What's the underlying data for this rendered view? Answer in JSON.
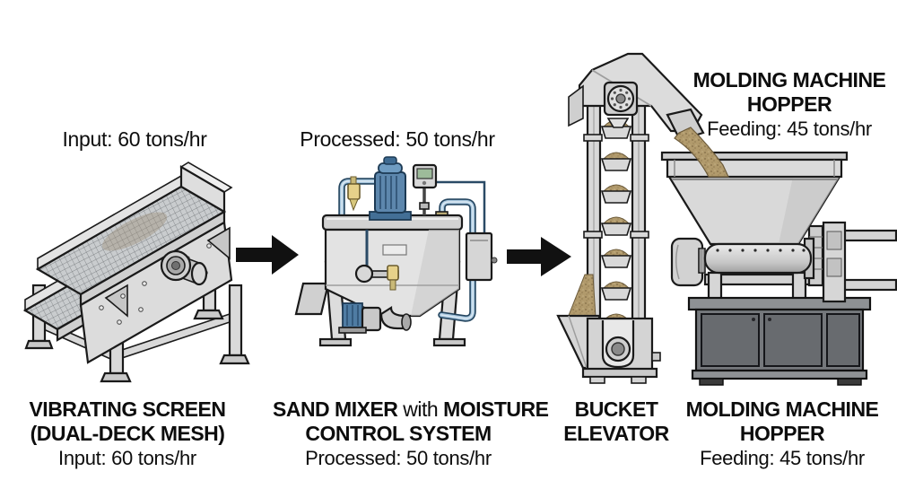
{
  "diagram_type": "process-flow",
  "colors": {
    "background": "#ffffff",
    "ink": "#0d0d0d",
    "machine_light": "#dcdcdc",
    "machine_mid": "#c6c6c6",
    "machine_dark": "#9c9c9c",
    "cabinet_gray": "#6b6e72",
    "pipe_blue": "#a7c6dd",
    "motor_blue": "#5d87ad",
    "valve_yellow": "#e6d18a",
    "sand_tan": "#b19a6c",
    "display_screen_green": "#9dbb9a",
    "arrow_black": "#111111"
  },
  "throughput": {
    "input_tons_per_hr": 60,
    "processed_tons_per_hr": 50,
    "feeding_tons_per_hr": 45
  },
  "stages": [
    {
      "name": "vibrating-screen",
      "top_label": "Input: 60 tons/hr",
      "caption": [
        "VIBRATING SCREEN",
        "(DUAL-DECK MESH)"
      ],
      "rate_label": "Input: 60 tons/hr"
    },
    {
      "name": "sand-mixer",
      "top_label": "Processed: 50 tons/hr",
      "caption_line1": {
        "bold1": "SAND MIXER ",
        "regular": "with ",
        "bold2": "MOISTURE"
      },
      "caption_line2": "CONTROL SYSTEM",
      "rate_label": "Processed: 50 tons/hr"
    },
    {
      "name": "bucket-elevator",
      "caption": [
        "BUCKET",
        "ELEVATOR"
      ]
    },
    {
      "name": "molding-machine-hopper",
      "top_label": [
        "MOLDING MACHINE",
        "HOPPER"
      ],
      "top_rate_label": "Feeding: 45 tons/hr",
      "caption": [
        "MOLDING MACHINE",
        "HOPPER"
      ],
      "rate_label": "Feeding: 45 tons/hr"
    }
  ]
}
